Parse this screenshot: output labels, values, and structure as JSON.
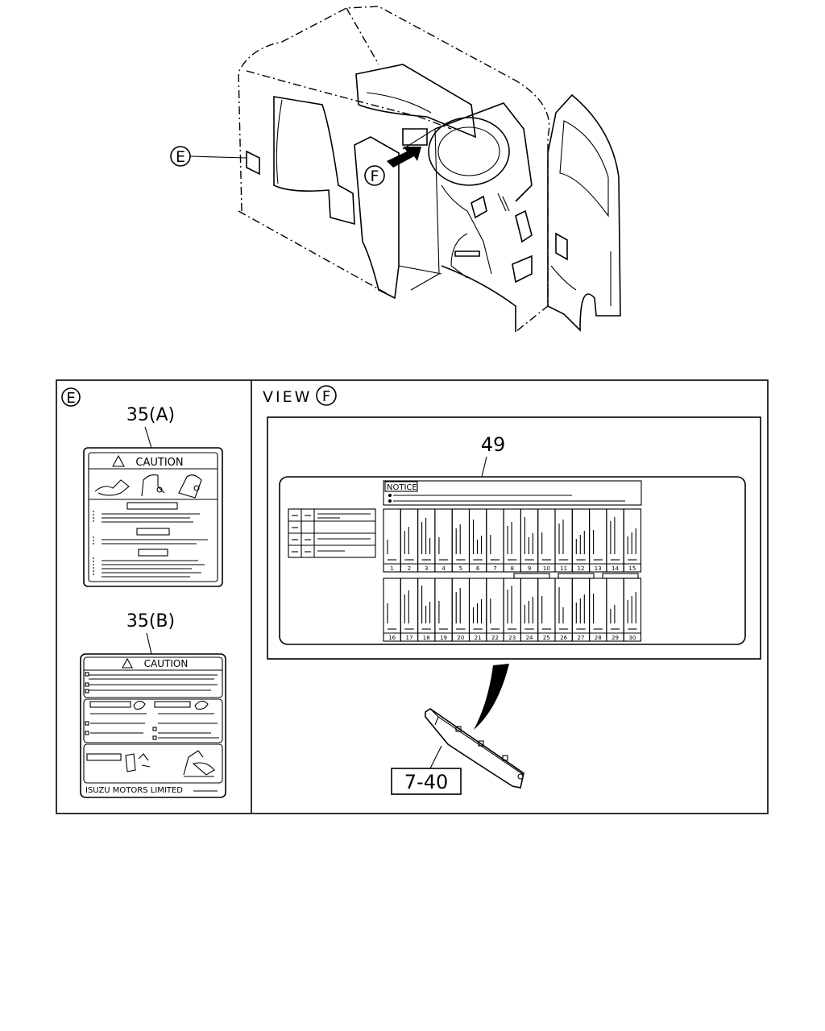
{
  "callouts": {
    "e": "E",
    "f": "F",
    "view_prefix": "VIEW",
    "view_letter": "F"
  },
  "labels": {
    "part_35a": "35(A)",
    "part_35b": "35(B)",
    "part_49": "49",
    "part_740": "7-40"
  },
  "label_35a": {
    "header": "CAUTION"
  },
  "label_35b": {
    "header": "CAUTION",
    "footer": "ISUZU MOTORS LIMITED"
  },
  "label_49": {
    "header": "NOTICE",
    "fuse_numbers_row1": [
      "1",
      "2",
      "3",
      "4",
      "5",
      "6",
      "7",
      "8",
      "9",
      "10",
      "11",
      "12",
      "13",
      "14",
      "15"
    ],
    "fuse_numbers_row2": [
      "16",
      "17",
      "18",
      "19",
      "20",
      "21",
      "22",
      "23",
      "24",
      "25",
      "26",
      "27",
      "28",
      "29",
      "30"
    ]
  },
  "icons": {
    "warning": "warning-triangle-icon",
    "arrow": "view-direction-arrow-icon"
  }
}
